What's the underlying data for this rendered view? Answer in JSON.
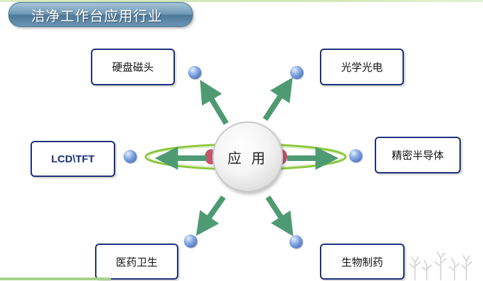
{
  "title": "洁净工作台应用行业",
  "center": {
    "label": "应 用"
  },
  "applications": [
    {
      "id": "hard-disk-head",
      "label": "硬盘磁头"
    },
    {
      "id": "optoelectronics",
      "label": "光学光电"
    },
    {
      "id": "lcd-tft",
      "label": "LCD\\TFT"
    },
    {
      "id": "precision-semiconductor",
      "label": "精密半导体"
    },
    {
      "id": "medical-health",
      "label": "医药卫生"
    },
    {
      "id": "biopharma",
      "label": "生物制药"
    }
  ],
  "colors": {
    "arrow": "#4e9a73",
    "ring": "#8cc63f",
    "node_border": "#1b2f7a",
    "title_banner": "#5b87a8"
  }
}
